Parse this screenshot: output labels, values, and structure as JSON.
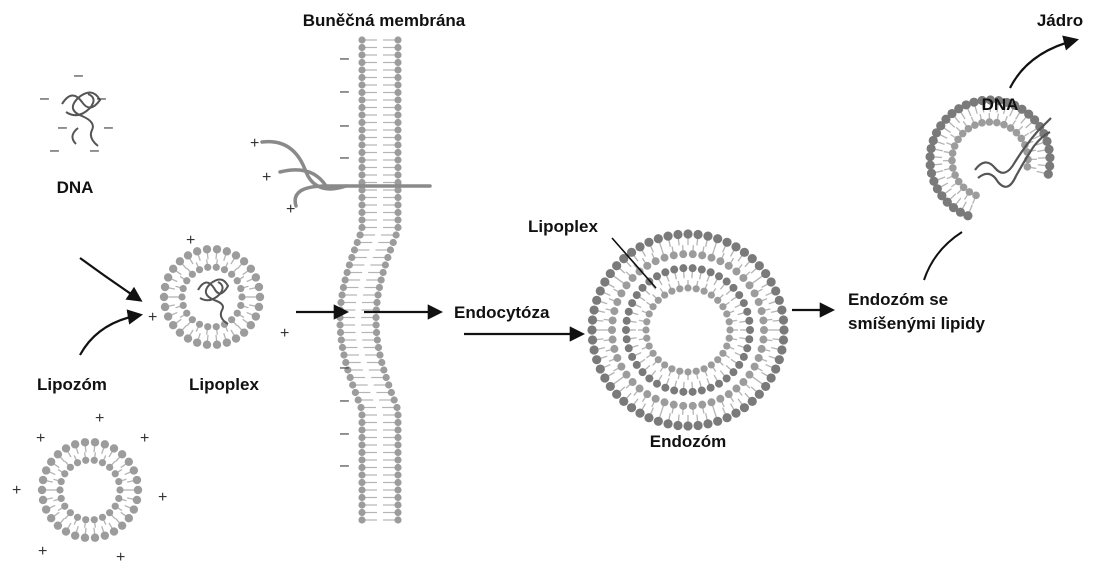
{
  "labels": {
    "membrane": "Buněčná membrána",
    "dna_left": "DNA",
    "liposome": "Lipozóm",
    "lipoplex_left": "Lipoplex",
    "endocytosis": "Endocytóza",
    "lipoplex_inner": "Lipoplex",
    "endosome": "Endozóm",
    "endosome_mixed_line1": "Endozóm se",
    "endosome_mixed_line2": "smíšenými lipidy",
    "dna_right": "DNA",
    "nucleus": "Jádro"
  },
  "signs": {
    "plus": "+",
    "minus": "–"
  },
  "colors": {
    "lipid_head": "#9c9c9c",
    "lipid_head_dark": "#7a7a7a",
    "lipid_tail": "#b4b4b4",
    "dna_strand": "#555555",
    "arrow": "#111111"
  }
}
